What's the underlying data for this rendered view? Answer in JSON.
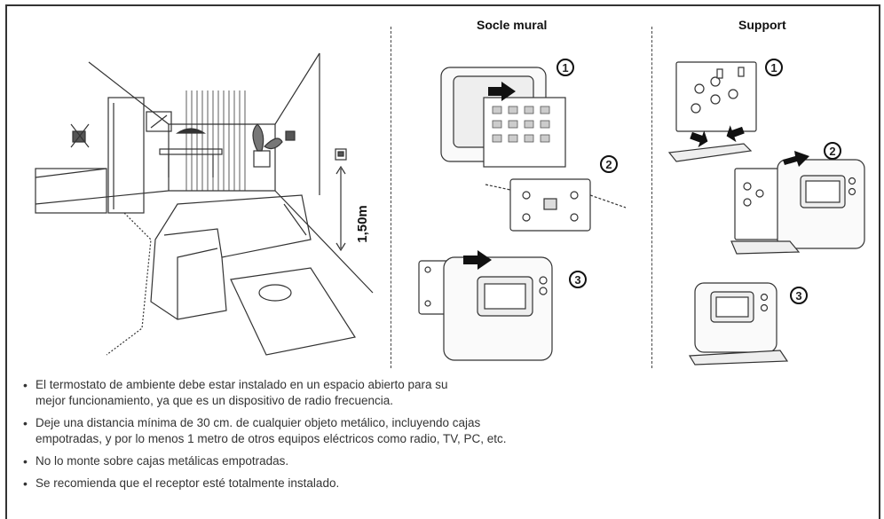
{
  "columns": {
    "socle_title": "Socle mural",
    "support_title": "Support"
  },
  "height_label": "1,50m",
  "steps": [
    "1",
    "2",
    "3"
  ],
  "bullets": [
    {
      "line1": "El termostato de ambiente debe estar instalado en un espacio abierto para su",
      "line2": "mejor funcionamiento, ya que es un dispositivo de radio frecuencia."
    },
    {
      "line1": "Deje una distancia mínima de 30 cm. de cualquier objeto metálico, incluyendo cajas",
      "line2": "empotradas, y por lo menos 1 metro de otros equipos eléctricos como radio, TV, PC, etc."
    },
    {
      "line1": "No lo monte sobre cajas metálicas empotradas.",
      "line2": ""
    },
    {
      "line1": "Se recomienda que el  receptor esté totalmente instalado.",
      "line2": ""
    }
  ]
}
